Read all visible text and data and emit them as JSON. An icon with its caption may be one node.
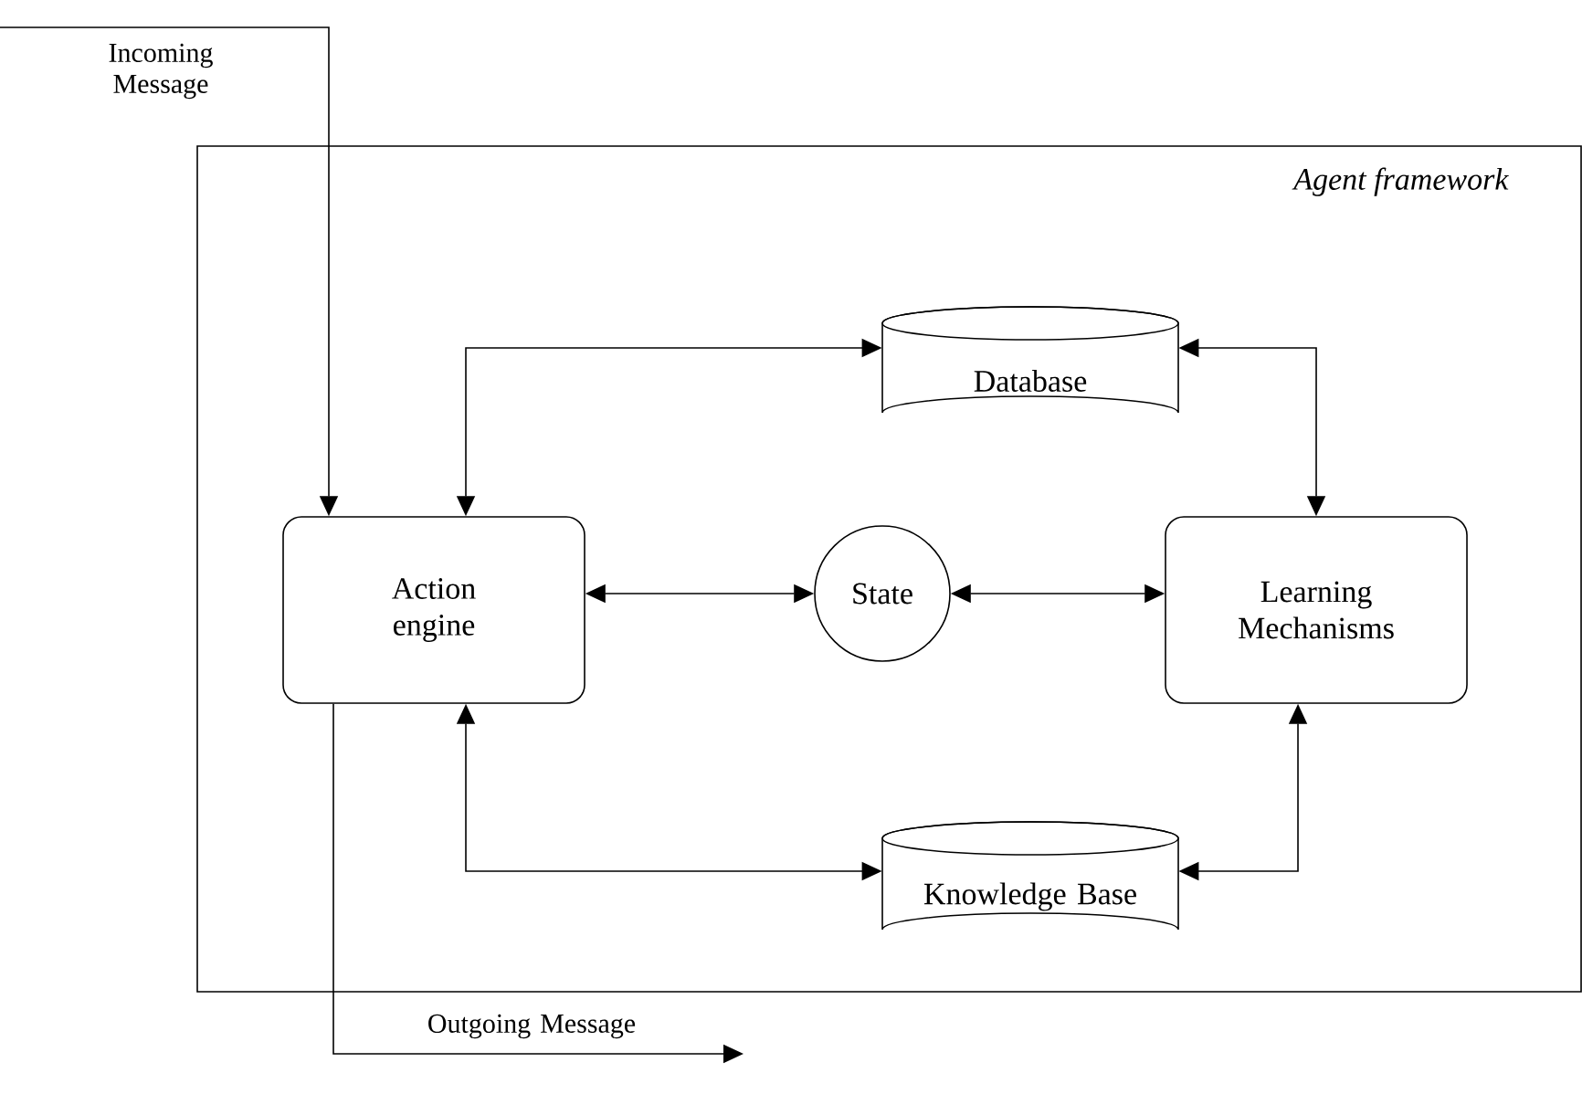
{
  "diagram": {
    "nodes": [
      {
        "text": [
          "Agent framework"
        ]
      },
      {
        "text": [
          "Action engine"
        ],
        "in": 0
      },
      {
        "text": [
          "Database"
        ],
        "in": 0
      },
      {
        "text": [
          "State"
        ],
        "in": 0
      },
      {
        "text": [
          "Learning Mechanisms"
        ],
        "in": 0
      },
      {
        "text": [
          "Knowledge Base"
        ],
        "in": 0
      }
    ],
    "edges": [
      {
        "from": 1,
        "to": 2,
        "arrow": "both"
      },
      {
        "from": 2,
        "to": 4,
        "arrow": "both"
      },
      {
        "from": 1,
        "to": 3,
        "arrow": "both"
      },
      {
        "from": 3,
        "to": 4,
        "arrow": "both"
      },
      {
        "from": 1,
        "to": 5,
        "arrow": "both"
      },
      {
        "from": 5,
        "to": 4,
        "arrow": "both"
      },
      {
        "from": null,
        "to": 1,
        "arrow": "to",
        "label": "Incoming Message"
      },
      {
        "from": 1,
        "to": null,
        "arrow": "to",
        "label": "Outgoing Message"
      }
    ]
  }
}
